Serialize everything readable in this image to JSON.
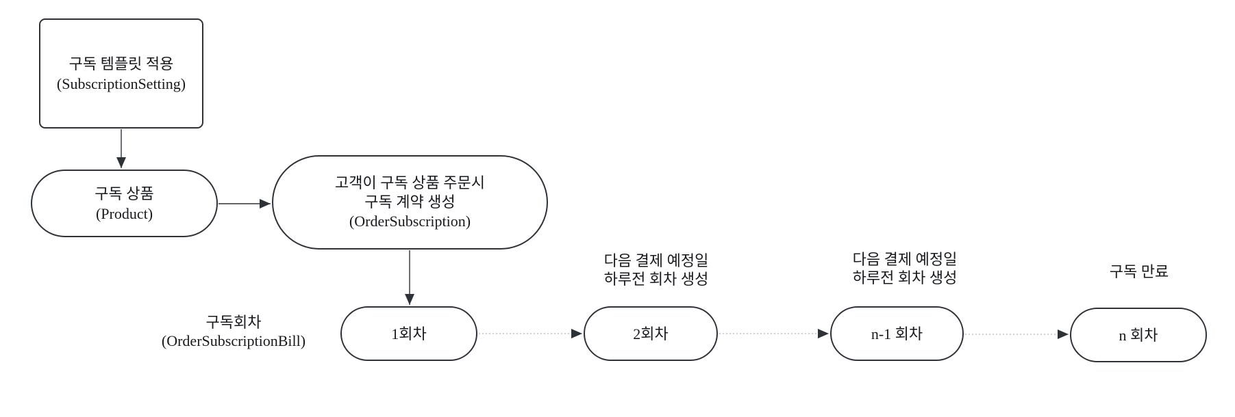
{
  "diagram": {
    "nodes": {
      "subscription_setting": {
        "line1": "구독 템플릿 적용",
        "line2": "(SubscriptionSetting)"
      },
      "product": {
        "line1": "구독 상품",
        "line2": "(Product)"
      },
      "order_subscription": {
        "line1": "고객이 구독 상품 주문시",
        "line2": "구독 계약 생성",
        "line3": "(OrderSubscription)"
      },
      "bill_1": {
        "label": "1회차"
      },
      "bill_2": {
        "label": "2회차"
      },
      "bill_n_minus_1": {
        "label": "n-1 회차"
      },
      "bill_n": {
        "label": "n 회차"
      }
    },
    "labels": {
      "bill_caption": {
        "line1": "구독회차",
        "line2": "(OrderSubscriptionBill)"
      },
      "next_payment_before_2": {
        "line1": "다음 결제 예정일",
        "line2": "하루전 회차 생성"
      },
      "next_payment_before_n_minus_1": {
        "line1": "다음 결제 예정일",
        "line2": "하루전 회차 생성"
      },
      "expiry": {
        "line1": "구독 만료"
      }
    },
    "colors": {
      "stroke": "#2d3138",
      "text": "#17191c",
      "dotted_connector": "#c9cccc",
      "background": "#ffffff"
    }
  }
}
